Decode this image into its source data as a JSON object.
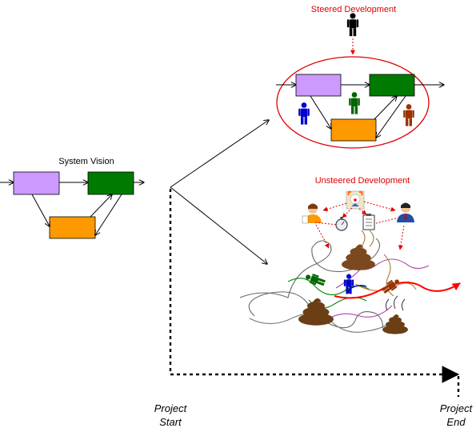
{
  "labels": {
    "system_vision": "System Vision",
    "steered_development": "Steered Development",
    "unsteered_development": "Unsteered Development",
    "project_start": [
      "Project",
      "Start"
    ],
    "project_end": [
      "Project",
      "End"
    ]
  },
  "colors": {
    "purple_box": "#cc99ff",
    "green_box": "#007a00",
    "orange_box": "#ff9900",
    "title_red": "#e00000",
    "ellipse_red": "#e00000",
    "person_black": "#000000",
    "person_blue": "#0000cc",
    "person_green": "#006600",
    "person_brown": "#993300",
    "poop_brown": "#7a4a1e"
  },
  "icons": [
    "person-icon",
    "manager-icon",
    "clown-icon",
    "stopwatch-icon",
    "clipboard-icon",
    "poop-icon"
  ]
}
